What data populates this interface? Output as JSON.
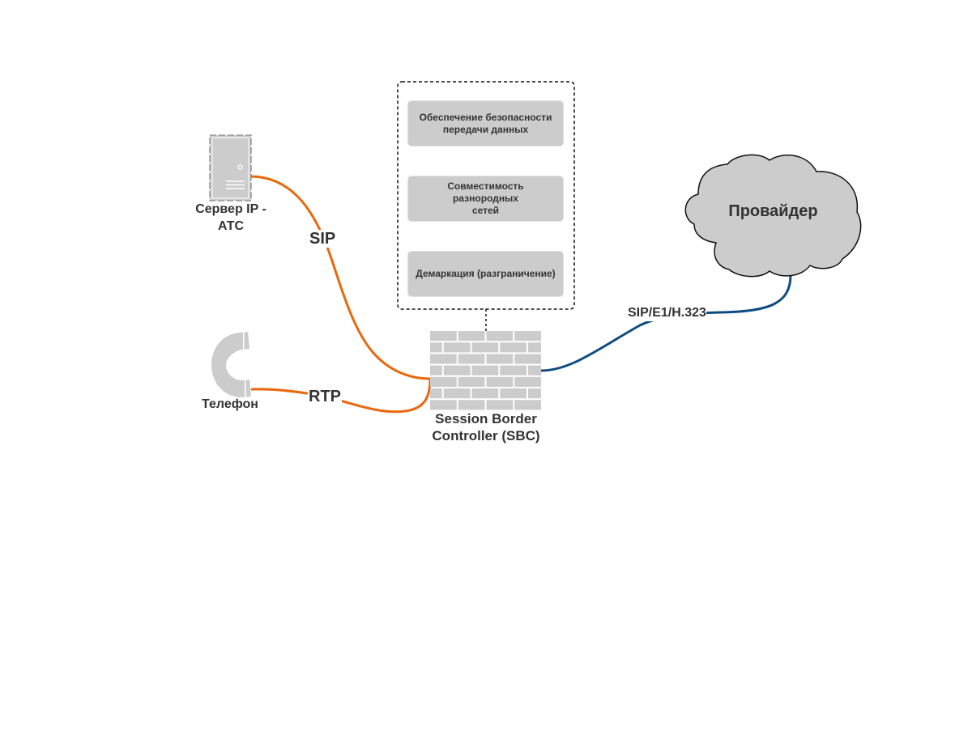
{
  "diagram": {
    "nodes": {
      "server": {
        "label": "Сервер IP -\nАТС",
        "label_line1": "Сервер IP -",
        "label_line2": "АТС",
        "icon": "server-icon"
      },
      "phone": {
        "label": "Телефон",
        "icon": "phone-handset-icon"
      },
      "sbc": {
        "label_line1": "Session Border",
        "label_line2": "Controller (SBC)",
        "icon": "firewall-brick-wall-icon"
      },
      "provider": {
        "label": "Провайдер",
        "icon": "cloud-icon"
      }
    },
    "functions_group": {
      "items": [
        {
          "line1": "Обеспечение безопасности",
          "line2": "передачи данных"
        },
        {
          "line1": "Совместимость разнородных",
          "line2": "сетей"
        },
        {
          "line1": "Демаркация (разграничение)",
          "line2": ""
        }
      ]
    },
    "links": [
      {
        "from": "server",
        "to": "sbc",
        "label": "SIP",
        "color": "#e8690d"
      },
      {
        "from": "phone",
        "to": "sbc",
        "label": "RTP",
        "color": "#e8690d"
      },
      {
        "from": "sbc",
        "to": "provider",
        "label": "SIP/E1/H.323",
        "color": "#0e4c80"
      }
    ],
    "colors": {
      "orange_link": "#e8690d",
      "blue_link": "#0e4c80",
      "shape_fill": "#cccccc",
      "text": "#333333"
    }
  }
}
